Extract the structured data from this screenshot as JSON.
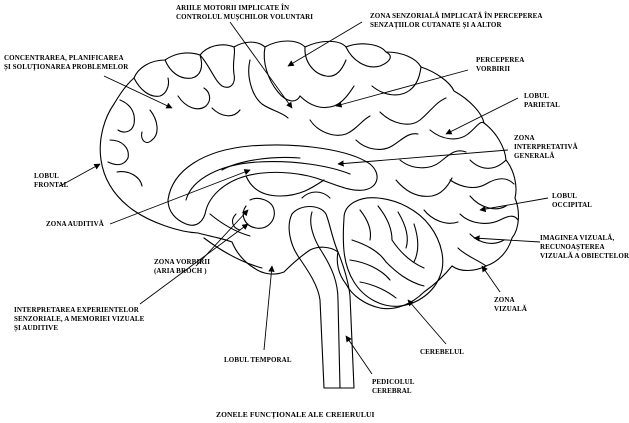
{
  "title": "ZONELE FUNCȚIONALE ALE CREIERULUI",
  "labels": {
    "motor_areas": "ARIILE MOTORII IMPLICATE ÎN\nCONTROLUL MUȘCHILOR VOLUNTARI",
    "sensory_zone": "ZONA SENZORIALĂ IMPLICATĂ ÎN PERCEPEREA\nSENZAȚIILOR CUTANATE ȘI A ALTOR",
    "concentration": "CONCENTRAREA, PLANIFICAREA\nȘI SOLUȚIONAREA PROBLEMELOR",
    "speech_perception": "PERCEPEREA\nVORBIRII",
    "parietal_lobe": "LOBUL\nPARIETAL",
    "interpretive_zone": "ZONA\nINTERPRETATIVĂ\nGENERALĂ",
    "frontal_lobe": "LOBUL\nFRONTAL",
    "occipital_lobe": "LOBUL\nOCCIPITAL",
    "auditory_zone": "ZONA AUDITIVĂ",
    "visual_image": "IMAGINEA VIZUALĂ,\nRECUNOAȘTEREA\nVIZUALĂ A OBIECTELOR",
    "speech_zone": "ZONA VORBIRII\n(ARIA BROCH )",
    "visual_zone": "ZONA\nVIZUALĂ",
    "interpretation_experiences": "INTERPRETAREA EXPERIENTELOR\nSENZORIALE, A MEMORIEI VIZUALE\nȘI AUDITIVE",
    "cerebellum": "CEREBELUL",
    "temporal_lobe": "LOBUL TEMPORAL",
    "brain_stem": "PEDICOLUL\nCEREBRAL"
  }
}
